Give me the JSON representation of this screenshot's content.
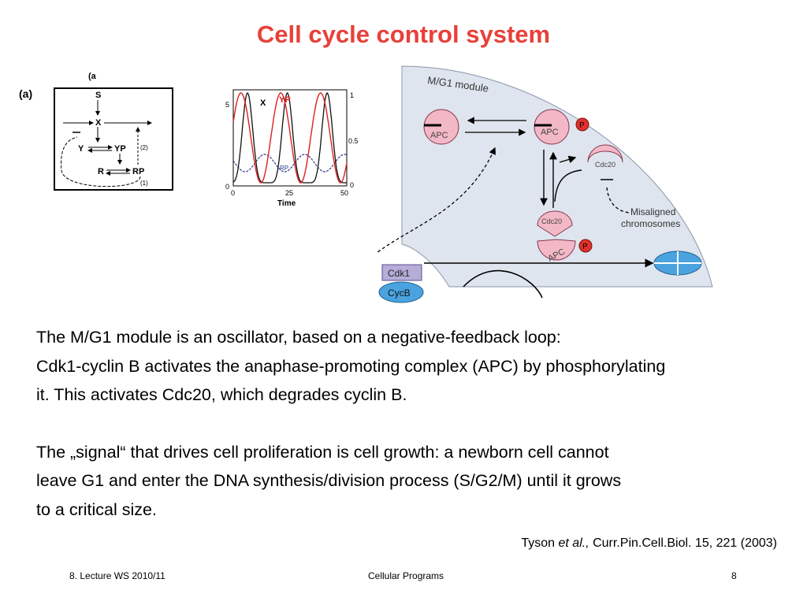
{
  "slide": {
    "title": "Cell cycle control system",
    "paragraphs": [
      "The M/G1 module is an oscillator, based on a negative-feedback loop:",
      "Cdk1-cyclin B activates the anaphase-promoting complex (APC) by phosphorylating",
      "it. This activates Cdc20, which degrades cyclin B."
    ],
    "paragraphs2": [
      "The „signal“ that drives cell proliferation is cell growth: a newborn cell cannot",
      "leave G1 and enter the DNA synthesis/division process (S/G2/M) until it grows",
      "to a critical size."
    ],
    "citation": {
      "author": "Tyson ",
      "etal": "et al.,",
      "source": " Curr.Pin.Cell.Biol. 15, 221 (2003)"
    },
    "footer": {
      "left": "8. Lecture WS 2010/11",
      "center": "Cellular Programs",
      "right": "8"
    }
  },
  "network_diagram": {
    "top_label": "(a",
    "panel_label": "(a)",
    "nodes": [
      "S",
      "X",
      "Y",
      "YP",
      "R",
      "RP"
    ],
    "loop_labels": [
      "(2)",
      "(1)"
    ]
  },
  "time_plot": {
    "series_labels": [
      "X",
      "YP",
      "RP"
    ],
    "left_ticks": [
      "5",
      "0"
    ],
    "right_ticks": [
      "1",
      "0.5",
      "0"
    ],
    "x_ticks": [
      "0",
      "25",
      "50"
    ],
    "xlabel": "Time",
    "colors": {
      "X": "#111111",
      "YP": "#dd2020",
      "RP": "#2a3a8c"
    }
  },
  "module_diagram": {
    "title": "M/G1 module",
    "apc1": "APC",
    "apc2": "APC",
    "p_label": "P",
    "cdc20_free": "Cdc20",
    "cdc20_bound": "Cdc20",
    "apc3": "APC",
    "p_label2": "P",
    "misaligned": [
      "Misaligned",
      "chromosomes"
    ],
    "cdk1": "Cdk1",
    "cycb": "CycB",
    "colors": {
      "panel": "#dfe5ee",
      "pink": "#f2b8c6",
      "p_red": "#e0322b",
      "cdk": "#b6aed9",
      "cycb": "#4aa3df"
    }
  }
}
